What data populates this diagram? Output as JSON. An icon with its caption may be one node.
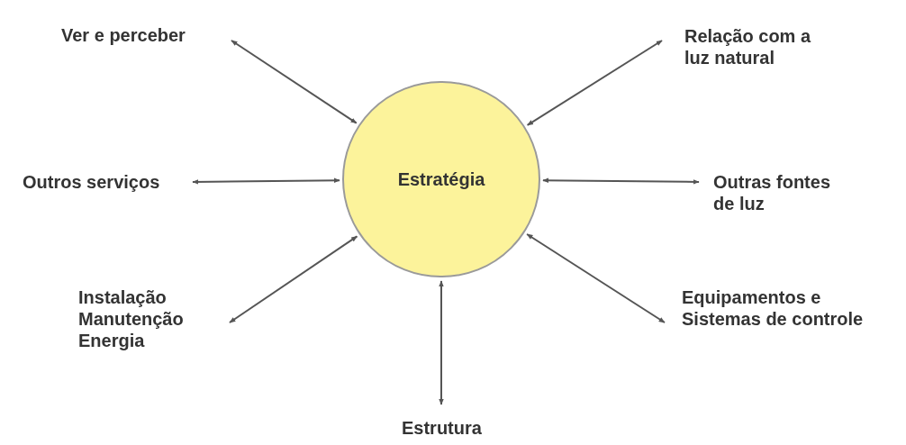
{
  "diagram": {
    "nodes": [
      {
        "text": [
          "Estratégia"
        ]
      },
      {
        "text": [
          "Ver e perceber"
        ]
      },
      {
        "text": [
          "Relação com a luz natural"
        ]
      },
      {
        "text": [
          "Outros serviços"
        ]
      },
      {
        "text": [
          "Outras fontes de luz"
        ]
      },
      {
        "text": [
          "Instalação Manutenção Energia"
        ]
      },
      {
        "text": [
          "Equipamentos e Sistemas de controle"
        ]
      },
      {
        "text": [
          "Estrutura"
        ]
      }
    ],
    "edges": [
      {
        "from": 1,
        "to": 0,
        "arrow": "both"
      },
      {
        "from": 2,
        "to": 0,
        "arrow": "both"
      },
      {
        "from": 3,
        "to": 0,
        "arrow": "both"
      },
      {
        "from": 4,
        "to": 0,
        "arrow": "both"
      },
      {
        "from": 5,
        "to": 0,
        "arrow": "both"
      },
      {
        "from": 6,
        "to": 0,
        "arrow": "both"
      },
      {
        "from": 7,
        "to": 0,
        "arrow": "both"
      }
    ]
  }
}
